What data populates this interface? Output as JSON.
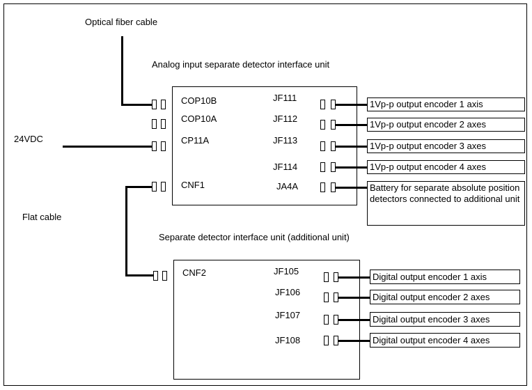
{
  "cables": {
    "optical": "Optical fiber cable",
    "power": "24VDC",
    "flat": "Flat cable"
  },
  "unit1": {
    "title": "Analog input separate detector interface unit",
    "left_ports": [
      "COP10B",
      "COP10A",
      "CP11A",
      "CNF1"
    ],
    "right_ports": [
      "JF111",
      "JF112",
      "JF113",
      "JF114",
      "JA4A"
    ]
  },
  "unit2": {
    "title": "Separate detector interface unit (additional unit)",
    "left_ports": [
      "CNF2"
    ],
    "right_ports": [
      "JF105",
      "JF106",
      "JF107",
      "JF108"
    ]
  },
  "outputs1": [
    "1Vp-p output encoder 1 axis",
    "1Vp-p output encoder 2 axes",
    "1Vp-p output encoder 3 axes",
    "1Vp-p output encoder 4 axes",
    "Battery for separate absolute position detectors connected to additional unit"
  ],
  "outputs2": [
    "Digital output encoder 1 axis",
    "Digital output encoder 2 axes",
    "Digital output encoder 3 axes",
    "Digital output encoder 4 axes"
  ]
}
